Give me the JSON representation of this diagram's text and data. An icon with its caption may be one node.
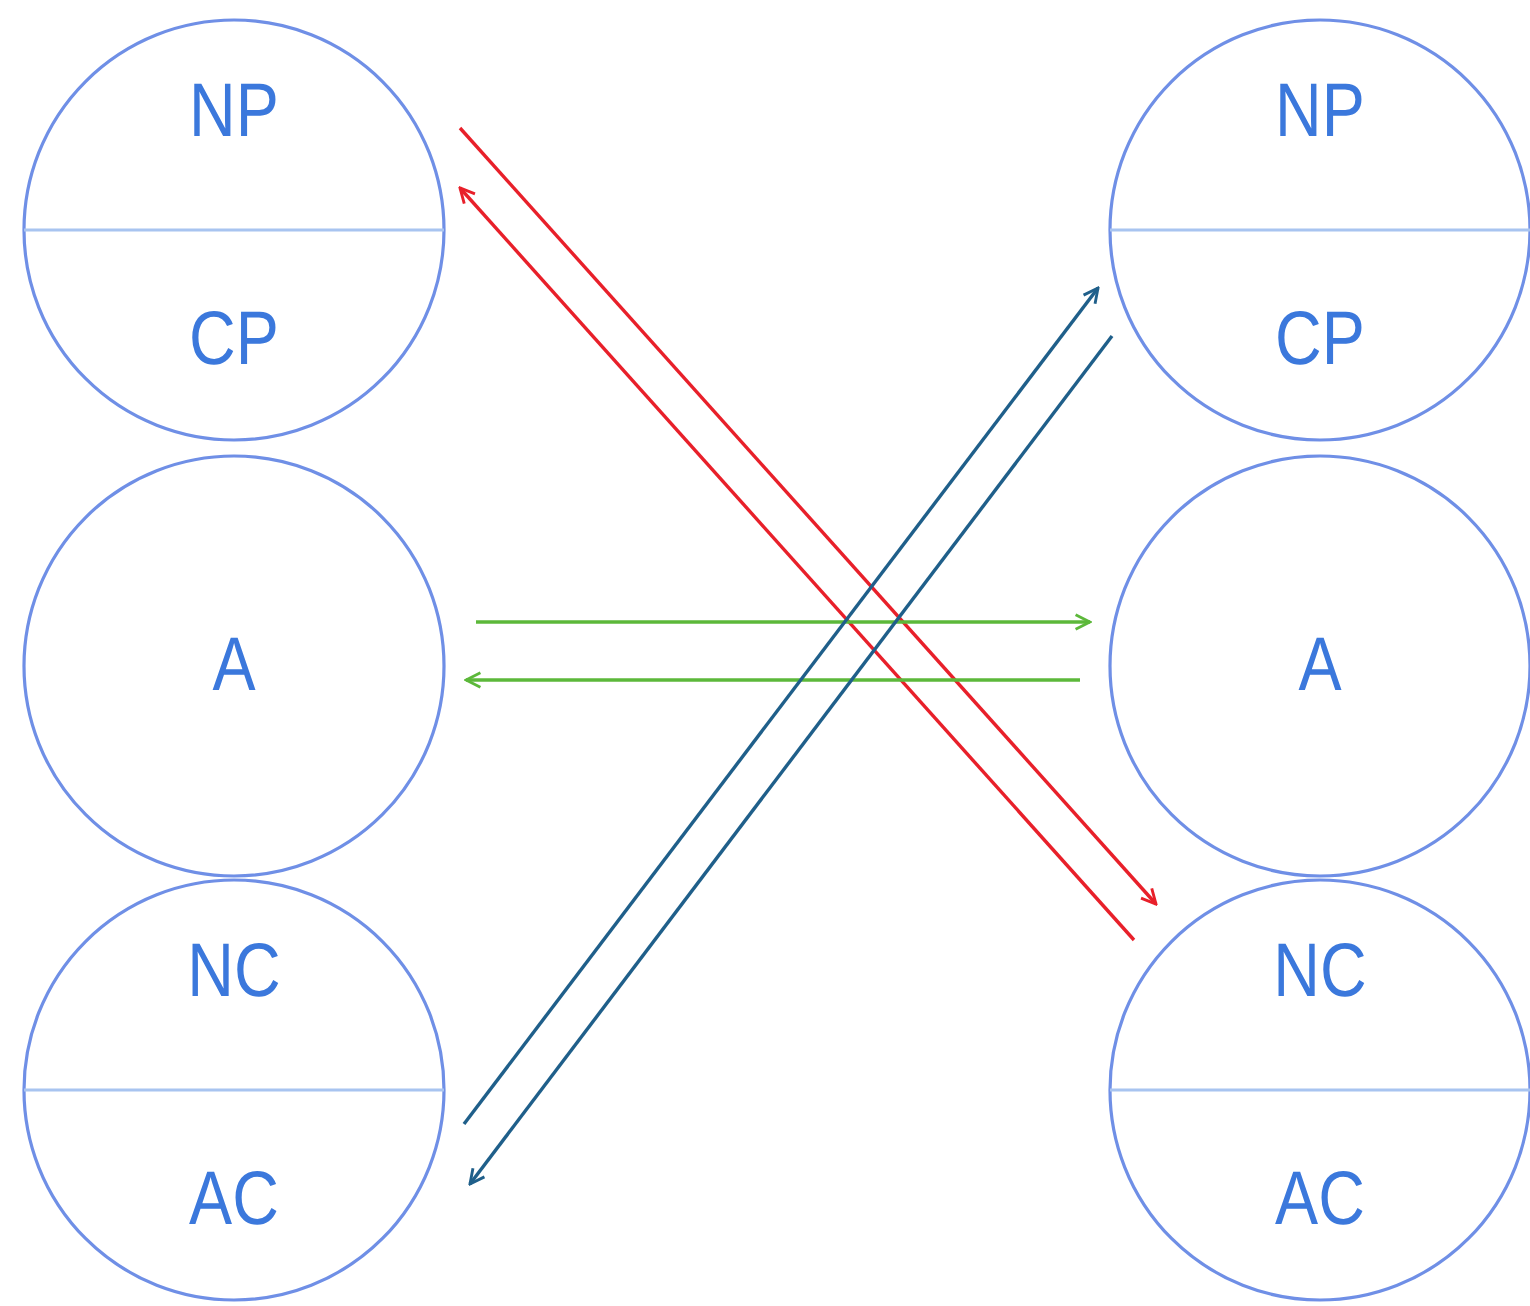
{
  "diagram": {
    "nodes": [
      {
        "text": [
          "NP",
          "CP"
        ]
      },
      {
        "text": [
          "A"
        ]
      },
      {
        "text": [
          "NC",
          "AC"
        ]
      },
      {
        "text": [
          "NP",
          "CP"
        ]
      },
      {
        "text": [
          "A"
        ]
      },
      {
        "text": [
          "NC",
          "AC"
        ]
      }
    ],
    "edges": [
      {
        "from": 0,
        "to": 5,
        "arrow": "to",
        "color": "#e8202a"
      },
      {
        "from": 5,
        "to": 0,
        "arrow": "to",
        "color": "#e8202a"
      },
      {
        "from": 1,
        "to": 4,
        "arrow": "to",
        "color": "#5cb83a"
      },
      {
        "from": 4,
        "to": 1,
        "arrow": "to",
        "color": "#5cb83a"
      },
      {
        "from": 2,
        "to": 3,
        "arrow": "to",
        "color": "#1f5f8a"
      },
      {
        "from": 3,
        "to": 2,
        "arrow": "to",
        "color": "#1f5f8a"
      }
    ]
  }
}
